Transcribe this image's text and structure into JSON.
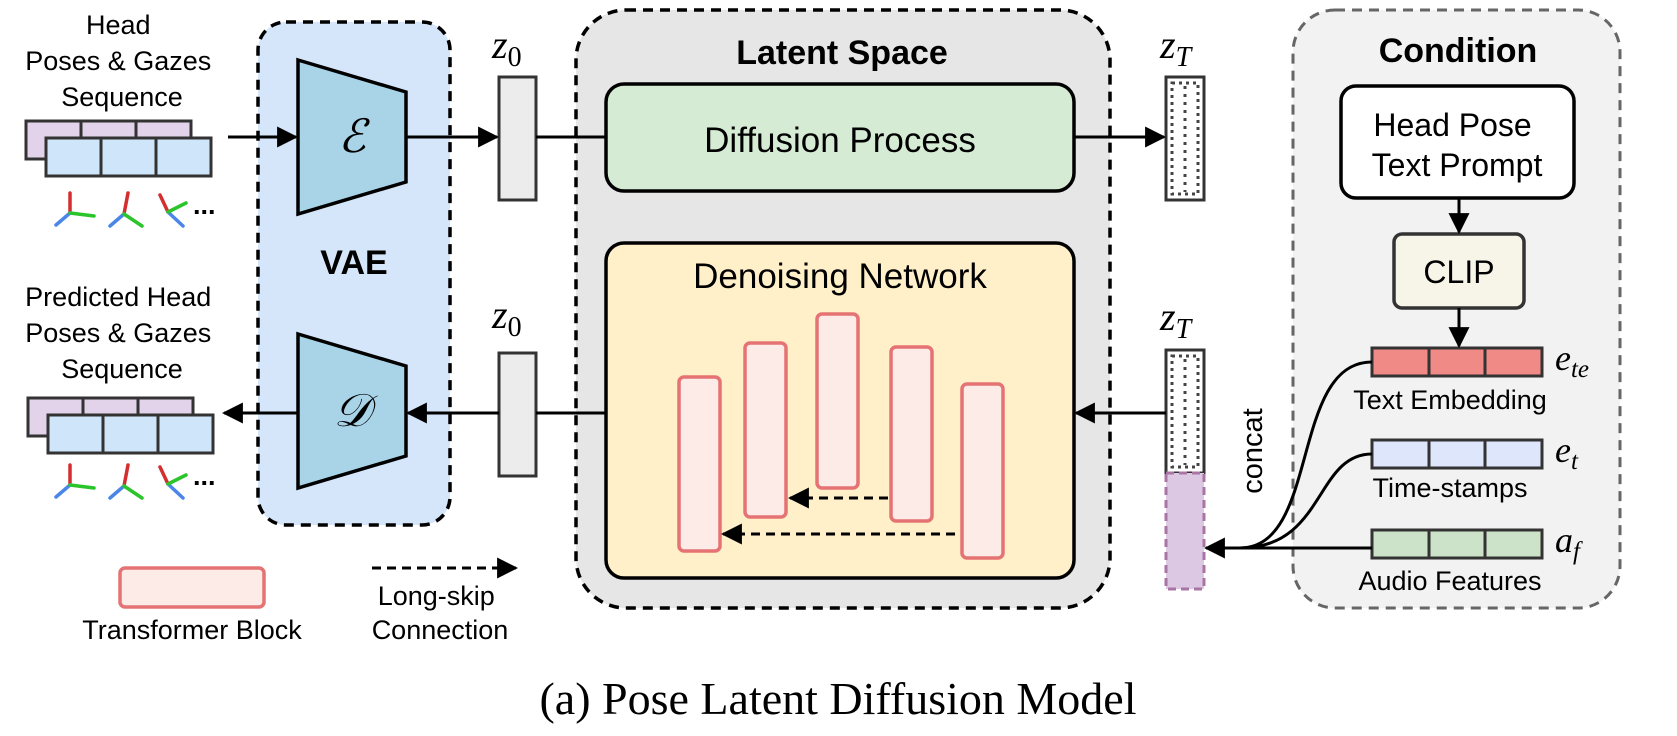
{
  "caption": "(a) Pose Latent Diffusion Model",
  "input": {
    "title_lines": [
      "Head",
      "Poses & Gazes",
      "Sequence"
    ],
    "ellipsis": "..."
  },
  "output": {
    "title_lines": [
      "Predicted Head",
      "Poses & Gazes",
      "Sequence"
    ],
    "ellipsis": "..."
  },
  "vae": {
    "label": "VAE",
    "encoder_symbol": "ℰ",
    "decoder_symbol": "𝒟"
  },
  "latent_labels": {
    "z0": {
      "base": "z",
      "sub": "0"
    },
    "zT": {
      "base": "z",
      "sub": "T"
    }
  },
  "latent_space": {
    "title": "Latent Space",
    "diffusion_process": "Diffusion Process",
    "denoising_network": "Denoising Network"
  },
  "concat_label": "concat",
  "condition": {
    "title": "Condition",
    "prompt_lines": [
      "Head Pose",
      "Text Prompt"
    ],
    "clip": "CLIP",
    "embeddings": [
      {
        "caption": "Text Embedding",
        "symbol": {
          "base": "e",
          "sub": "te"
        },
        "color": "#f08a86"
      },
      {
        "caption": "Time-stamps",
        "symbol": {
          "base": "e",
          "sub": "t"
        },
        "color": "#dde6fb"
      },
      {
        "caption": "Audio Features",
        "symbol": {
          "base": "a",
          "sub": "f"
        },
        "color": "#cde3c9"
      }
    ]
  },
  "legend": {
    "transformer_block": "Transformer Block",
    "long_skip_lines": [
      "Long-skip",
      "Connection"
    ]
  },
  "colors": {
    "vae_panel": "#d6e6fa",
    "vae_blocks": "#a9d4e8",
    "latent_panel": "#e6e6e6",
    "condition_panel": "#f2f2f2",
    "diffusion_box": "#d6ebd4",
    "denoising_box": "#fff0c9",
    "transformer_fill": "#fdebe8",
    "transformer_stroke": "#e57373",
    "sequence_purple": "#e2d3ea",
    "sequence_blue": "#cfe5fa",
    "concat_noise": "#dcc8e2"
  }
}
